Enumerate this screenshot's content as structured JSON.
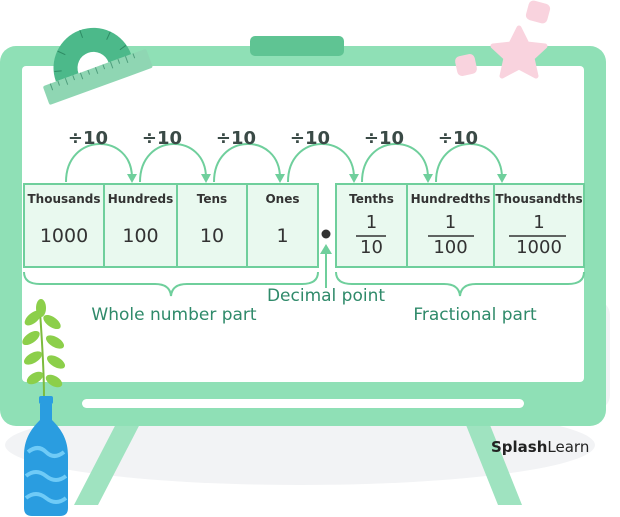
{
  "divide_labels": [
    "÷10",
    "÷10",
    "÷10",
    "÷10",
    "÷10",
    "÷10"
  ],
  "places": [
    {
      "name": "Thousands",
      "value": "1000"
    },
    {
      "name": "Hundreds",
      "value": "100"
    },
    {
      "name": "Tens",
      "value": "10"
    },
    {
      "name": "Ones",
      "value": "1"
    },
    {
      "name": "Tenths",
      "numerator": "1",
      "denominator": "10"
    },
    {
      "name": "Hundredths",
      "numerator": "1",
      "denominator": "100"
    },
    {
      "name": "Thousandths",
      "numerator": "1",
      "denominator": "1000"
    }
  ],
  "labels": {
    "decimal_point": "Decimal point",
    "whole_number_part": "Whole number part",
    "fractional_part": "Fractional part"
  },
  "logo": {
    "bold": "Splash",
    "light": "Learn"
  },
  "colors": {
    "board_green": "#8fe0b6",
    "table_fill": "#e9f9ef",
    "table_border": "#6fcf9c",
    "label_green": "#2f8a6a",
    "bottle_blue": "#2a9de0",
    "star_pink": "#f9d3de"
  }
}
